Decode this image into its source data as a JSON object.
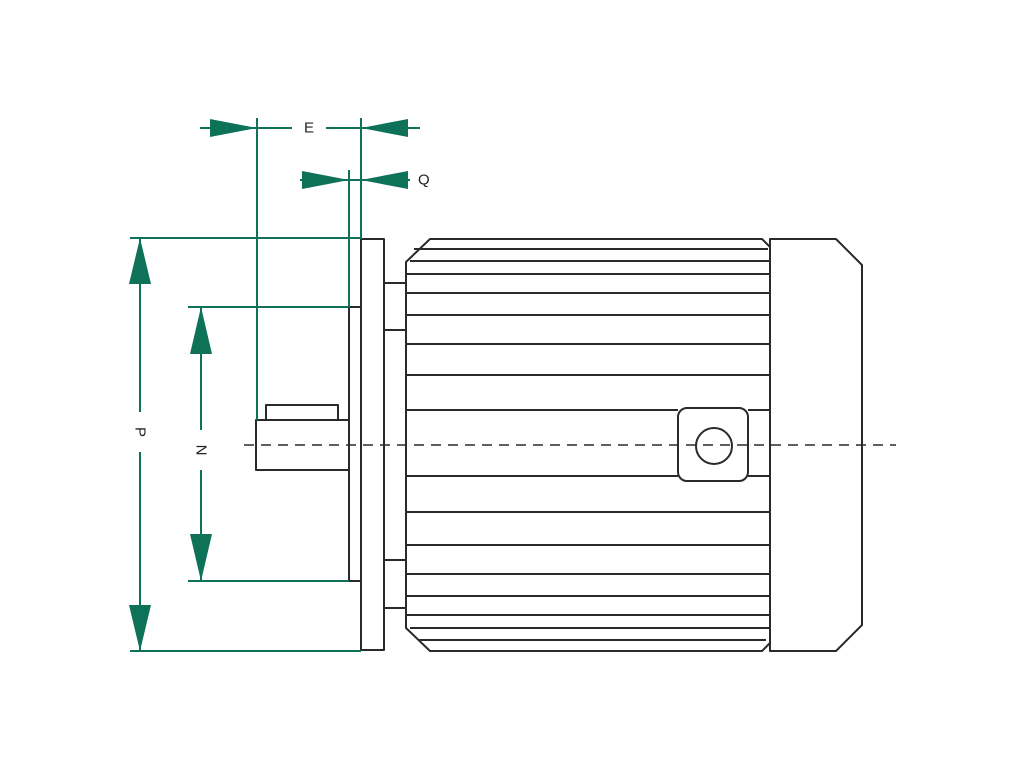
{
  "diagram": {
    "labels": {
      "E": "E",
      "Q": "Q",
      "P": "P",
      "N": "N"
    },
    "colors": {
      "dimension": "#0e7259",
      "outline": "#2a2a2a",
      "background": "#ffffff"
    }
  }
}
